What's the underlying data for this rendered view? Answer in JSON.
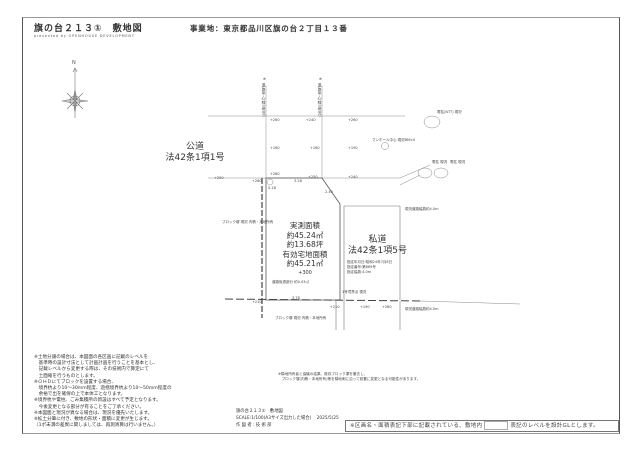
{
  "header": {
    "title": "旗の台２１３①　敷地図",
    "subtitle": "presented by OPENHOUSE DEVELOPMENT",
    "location": "事業地：東京都品川区旗の台２丁目１３番"
  },
  "compass": {
    "label": "N",
    "icon": "north-arrow-icon"
  },
  "roads": {
    "public": {
      "line1": "公道",
      "line2": "法42条1項1号"
    },
    "private": {
      "line1": "私道",
      "line2": "法42条1項5号",
      "details": [
        "指定年月日:昭和24年7月8日",
        "指定番号:第869号",
        "指定幅員:4.0m"
      ]
    }
  },
  "site": {
    "line1": "実測面積",
    "line2": "約45.24㎡",
    "line3": "約13.68坪",
    "line4": "有効宅地面積",
    "line5": "約45.21㎡",
    "level": "+300"
  },
  "annotations": {
    "road_center_left": "※ 道路中心線(現況)",
    "road_center_right": "※ 道路中心線(現況)",
    "manhole": "マンホール中心 現況BM±0",
    "utility_pole1": "電柱(NTT) 現況",
    "utility_pole2": "電柱 現況",
    "utility_pole3": "電柱 現況",
    "block_wall_left": "ブロック塀 現況 内積・本地所有",
    "block_wall_bottom": "ブロック塀 現況 内積・本地所有",
    "road_part": "道路後退部分 約0.03㎡",
    "road_width_note_top": "現況道路幅員約4.0m",
    "road_width_note_bottom": "現況道路幅員約4.0m",
    "boundary_note": "1号境界点 現況",
    "dim_top": "3.28",
    "dim_bottom": "3.78",
    "dim_left": "12.80",
    "dim_diag": "2.40",
    "dim_corner": "0.18"
  },
  "levels": [
    "+260",
    "+240",
    "+260",
    "+180",
    "+180",
    "+190",
    "+280",
    "+250",
    "+240",
    "+260",
    "+250",
    "+210",
    "+210",
    "+190",
    "+280"
  ],
  "notes": [
    "※土地分譲の場合は、本図面の各区画に記載のレベルを",
    "　基準時の設計寸法として計画計画を行うことを基本とし、",
    "　記載レベルから変更する際は、その技術内で算定にて",
    "　土面確を行うものとします。",
    "※ＯＨＤにてブロックを設置する場合、",
    "　境界杭より10～30mm程度、遊揺境界杭より10～50mm程度の",
    "　余裕で出を確保の上で本体工となります。",
    "※境界杭や電柱、ごみ集積所の新設はすべて予定となります。",
    "　今後変更となる部分が有ることをご了承ください。",
    "※本図面と現況が異なる場合は、現況を優先いたします。",
    "※拡土分筆に付き、敷地の形状・面積に変更が生じます。",
    "（1ポ未満の差異に関しましては、再測清算は行いません。）"
  ],
  "mid_notes": [
    "※隣地所有者と協議の結果、既存ブロック塀を撤去し、",
    "　ブロック塀(内積・本地所有)等を隣地側に沿って設置に変更となる可能性があります。"
  ],
  "footer": {
    "name": "旗の台２１３①　敷地図",
    "scale": "SCALE:1/100(A3サイズ出力した場合)",
    "date": "2025/5/25",
    "company": "作 図 者 : 技 術 部"
  },
  "bottom_box": {
    "before": "※区画名・面積表記下部に記載されている、敷地内",
    "after": "表記のレベルを設計GLとします。"
  }
}
